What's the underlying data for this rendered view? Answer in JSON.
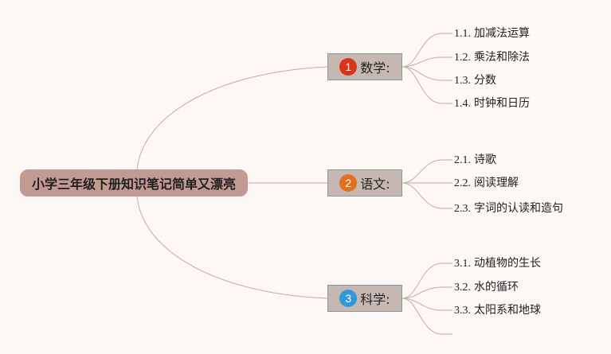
{
  "root": {
    "label": "小学三年级下册知识笔记简单又漂亮"
  },
  "colors": {
    "background": "#fdf7f6",
    "root_fill": "#c29a92",
    "branch_fill": "#c7b7b2",
    "branch_border": "#7f9c8e",
    "link": "#c9a9a2"
  },
  "branches": [
    {
      "number": "1",
      "badge_color": "#d9341a",
      "label": "数学:",
      "items": [
        {
          "num": "1.1.",
          "text": "加减法运算"
        },
        {
          "num": "1.2.",
          "text": "乘法和除法"
        },
        {
          "num": "1.3.",
          "text": "分数"
        },
        {
          "num": "1.4.",
          "text": "时钟和日历"
        }
      ]
    },
    {
      "number": "2",
      "badge_color": "#e3701e",
      "label": "语文:",
      "items": [
        {
          "num": "2.1.",
          "text": "诗歌"
        },
        {
          "num": "2.2.",
          "text": "阅读理解"
        },
        {
          "num": "2.3.",
          "text": "字词的认读和造句"
        }
      ]
    },
    {
      "number": "3",
      "badge_color": "#2f9bd6",
      "label": "科学:",
      "items": [
        {
          "num": "3.1.",
          "text": "动植物的生长"
        },
        {
          "num": "3.2.",
          "text": "水的循环"
        },
        {
          "num": "3.3.",
          "text": "太阳系和地球"
        }
      ]
    }
  ]
}
